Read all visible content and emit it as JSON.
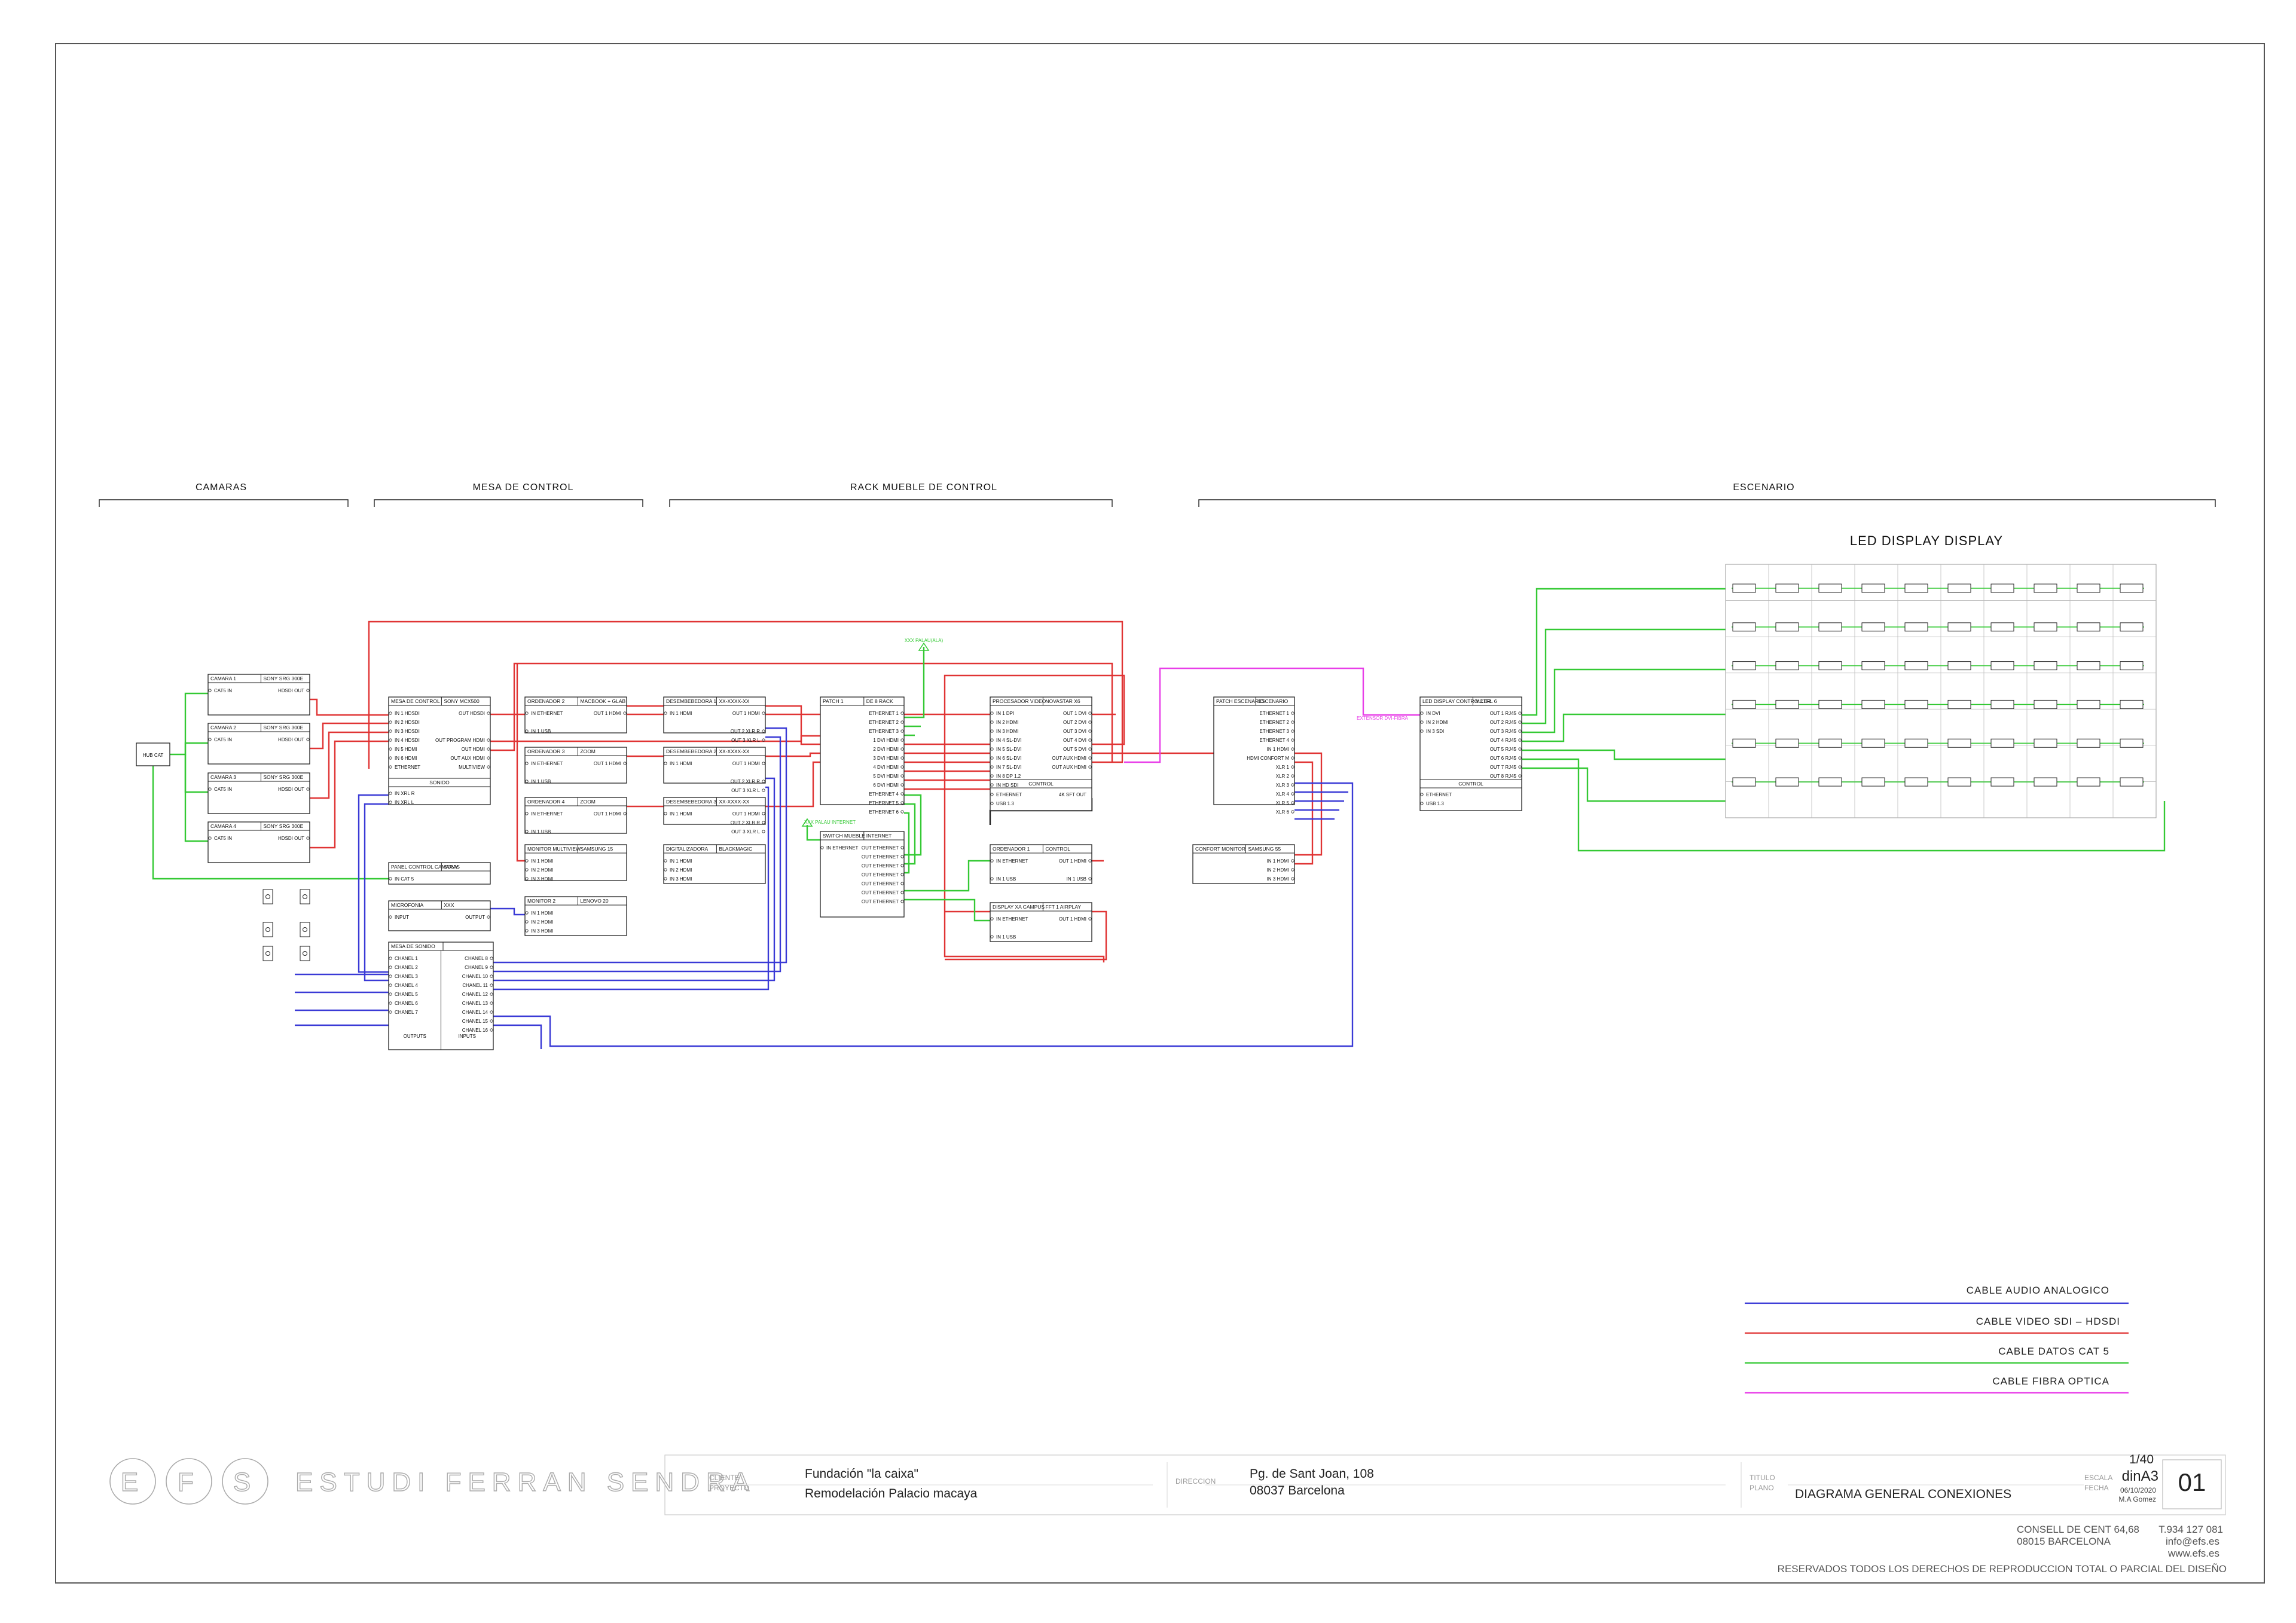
{
  "sections": [
    "CAMARAS",
    "MESA DE CONTROL",
    "RACK MUEBLE DE CONTROL",
    "ESCENARIO"
  ],
  "led_display": {
    "title": "LED DISPLAY DISPLAY",
    "rows": 6,
    "cols": 10
  },
  "devices": {
    "cam1": {
      "name": "CAMARA 1",
      "model": "SONY SRG 300E",
      "in": [
        "CAT5 IN"
      ],
      "out": [
        "HDSDI OUT"
      ]
    },
    "cam2": {
      "name": "CAMARA 2",
      "model": "SONY SRG 300E",
      "in": [
        "CAT5 IN"
      ],
      "out": [
        "HDSDI OUT"
      ]
    },
    "cam3": {
      "name": "CAMARA 3",
      "model": "SONY SRG 300E",
      "in": [
        "CAT5 IN"
      ],
      "out": [
        "HDSDI OUT"
      ]
    },
    "cam4": {
      "name": "CAMARA 4",
      "model": "SONY SRG 300E",
      "in": [
        "CAT5 IN"
      ],
      "out": [
        "HDSDI OUT"
      ]
    },
    "hub": {
      "name": "HUB CAT"
    },
    "mesa": {
      "name": "MESA DE CONTROL",
      "model": "SONY MCX500",
      "in": [
        "IN 1 HDSDI",
        "IN 2 HDSDI",
        "IN 3 HDSDI",
        "IN 4 HDSDI",
        "IN 5 HDMI",
        "IN 6 HDMI",
        "ETHERNET"
      ],
      "out": [
        "OUT HDSDI",
        "",
        "",
        "OUT PROGRAM HDMI",
        "OUT HDMI",
        "OUT AUX HDMI",
        "MULTIVIEW"
      ],
      "sub": "SONIDO",
      "sub_in": [
        "IN XRL R",
        "IN XRL L"
      ]
    },
    "panel": {
      "name": "PANEL CONTROL CAMARAS",
      "model": "SONY",
      "in": [
        "IN CAT 5"
      ],
      "out": []
    },
    "micro": {
      "name": "MICROFONIA",
      "model": "XXX",
      "in": [
        "INPUT"
      ],
      "out": [
        "OUTPUT"
      ]
    },
    "sonido": {
      "name": "MESA DE SONIDO",
      "model": "",
      "in": [
        "CHANEL 1",
        "CHANEL 2",
        "CHANEL 3",
        "CHANEL 4",
        "CHANEL 5",
        "CHANEL 6",
        "CHANEL 7"
      ],
      "out": [
        "CHANEL 8",
        "CHANEL 9",
        "CHANEL 10",
        "CHANEL 11",
        "CHANEL 12",
        "CHANEL 13",
        "CHANEL 14",
        "CHANEL 15",
        "CHANEL 16"
      ],
      "foot_left": "OUTPUTS",
      "foot_right": "INPUTS"
    },
    "ord2": {
      "name": "ORDENADOR 2",
      "model": "MACBOOK + GLAB",
      "in": [
        "IN ETHERNET",
        "",
        "IN 1 USB"
      ],
      "out": [
        "OUT 1 HDMI"
      ]
    },
    "ord3": {
      "name": "ORDENADOR 3",
      "model": "ZOOM",
      "in": [
        "IN ETHERNET",
        "",
        "IN 1 USB"
      ],
      "out": [
        "OUT 1 HDMI"
      ]
    },
    "ord4": {
      "name": "ORDENADOR 4",
      "model": "ZOOM",
      "in": [
        "IN ETHERNET",
        "",
        "IN 1 USB"
      ],
      "out": [
        "OUT 1 HDMI"
      ]
    },
    "mon1": {
      "name": "MONITOR MULTIVIEW",
      "model": "SAMSUNG 15",
      "in": [
        "IN 1 HDMI",
        "IN 2 HDMI",
        "IN 3 HDMI"
      ],
      "out": []
    },
    "mon2": {
      "name": "MONITOR 2",
      "model": "LENOVO 20",
      "in": [
        "IN 1 HDMI",
        "IN 2 HDMI",
        "IN 3 HDMI"
      ],
      "out": []
    },
    "deco1": {
      "name": "DESEMBEBEDORA 1",
      "model": "XX-XXXX-XX",
      "in": [
        "IN 1 HDMI"
      ],
      "out": [
        "OUT 1 HDMI",
        "",
        "OUT 2 XLR R",
        "OUT 3 XLR L"
      ]
    },
    "deco2": {
      "name": "DESEMBEBEDORA 2",
      "model": "XX-XXXX-XX",
      "in": [
        "IN 1 HDMI"
      ],
      "out": [
        "OUT 1 HDMI",
        "",
        "OUT 2 XLR R",
        "OUT 3 XLR L"
      ]
    },
    "deco3": {
      "name": "DESEMBEBEDORA 3",
      "model": "XX-XXXX-XX",
      "in": [
        "IN 1 HDMI"
      ],
      "out": [
        "OUT 1 HDMI",
        "OUT 2 XLR R",
        "OUT 3 XLR L"
      ]
    },
    "digit": {
      "name": "DIGITALIZADORA",
      "model": "BLACKMAGIC",
      "in": [
        "IN 1 HDMI",
        "IN 2 HDMI",
        "IN 3 HDMI"
      ],
      "out": []
    },
    "patch1": {
      "name": "PATCH 1",
      "model": "DE 8 RACK",
      "in": [],
      "out": [
        "ETHERNET 1",
        "ETHERNET 2",
        "ETHERNET 3",
        "1 DVI HDMI",
        "2 DVI HDMI",
        "3 DVI HDMI",
        "4 DVI HDMI",
        "5 DVI HDMI",
        "6 DVI HDMI",
        "ETHERNET 4",
        "ETHERNET 5",
        "ETHERNET 6"
      ]
    },
    "switch": {
      "name": "SWITCH MUEBLE",
      "model": "INTERNET",
      "in": [
        "IN ETHERNET"
      ],
      "out": [
        "OUT ETHERNET",
        "OUT ETHERNET",
        "OUT ETHERNET",
        "OUT ETHERNET",
        "OUT ETHERNET",
        "OUT ETHERNET",
        "OUT ETHERNET"
      ]
    },
    "proc": {
      "name": "PROCESADOR VIDEO",
      "model": "NOVASTAR X6",
      "in": [
        "IN 1 DPI",
        "IN 2 HDMI",
        "IN 3 HDMI",
        "IN 4 SL-DVI",
        "IN 5 SL-DVI",
        "IN 6 SL-DVI",
        "IN 7 SL-DVI",
        "IN 8 DP 1.2",
        "IN HD SDI"
      ],
      "out": [
        "OUT 1 DVI",
        "OUT 2 DVI",
        "OUT 3 DVI",
        "OUT 4 DVI",
        "OUT 5 DVI",
        "OUT AUX HDMI",
        "OUT AUX HDMI"
      ],
      "sub": "CONTROL",
      "sub_in": [
        "ETHERNET",
        "USB 1.3"
      ],
      "sub_out": [
        "4K SFT OUT"
      ]
    },
    "ord1": {
      "name": "ORDENADOR 1",
      "model": "CONTROL",
      "in": [
        "IN ETHERNET",
        "",
        "IN 1 USB"
      ],
      "out": [
        "OUT 1 HDMI",
        "",
        "IN 1 USB"
      ]
    },
    "airplay": {
      "name": "DISPLAY XA CAMPUS",
      "model": "FFT 1 AIRPLAY",
      "in": [
        "IN ETHERNET",
        "",
        "IN 1 USB"
      ],
      "out": [
        "OUT 1 HDMI"
      ]
    },
    "patchesc": {
      "name": "PATCH ESCENARIO",
      "model": "ESCENARIO",
      "in": [],
      "out": [
        "ETHERNET 1",
        "ETHERNET 2",
        "ETHERNET 3",
        "ETHERNET 4",
        "IN 1 HDMI",
        "HDMI CONFORT M",
        "XLR 1",
        "XLR 2",
        "XLR 3",
        "XLR 4",
        "XLR 5",
        "XLR 6"
      ]
    },
    "confort": {
      "name": "CONFORT MONITOR",
      "model": "SAMSUNG 55",
      "in": [],
      "out": [
        "IN 1 HDMI",
        "IN 2 HDMI",
        "IN 3 HDMI"
      ]
    },
    "ledctrl": {
      "name": "LED DISPLAY CONTROLLER",
      "model": "MCTRL 6",
      "in": [
        "IN DVI",
        "IN 2 HDMI",
        "IN 3 SDI"
      ],
      "out": [
        "OUT 1 RJ45",
        "OUT 2 RJ45",
        "OUT 3 RJ45",
        "OUT 4 RJ45",
        "OUT 5 RJ45",
        "OUT 6 RJ45",
        "OUT 7 RJ45",
        "OUT 8 RJ45"
      ],
      "sub": "CONTROL",
      "sub_in": [
        "ETHERNET",
        "USB 1.3"
      ]
    }
  },
  "wall_labels": {
    "palau_top": "XXX PALAU(ALA)",
    "palau_net": "XXX PALAU INTERNET",
    "fiber": "EXTENSOR DVI-FIBRA"
  },
  "legend": [
    {
      "label": "CABLE AUDIO ANALOGICO",
      "color": "#3a3ad6"
    },
    {
      "label": "CABLE VIDEO SDI – HDSDI",
      "color": "#e03434"
    },
    {
      "label": "CABLE DATOS CAT 5",
      "color": "#34c934"
    },
    {
      "label": "CABLE FIBRA OPTICA",
      "color": "#e83ee8"
    }
  ],
  "colors": {
    "audio": "#3a3ad6",
    "video": "#e03434",
    "data": "#34c934",
    "fiber": "#e83ee8"
  },
  "title_block": {
    "logo_letters": [
      "E",
      "F",
      "S"
    ],
    "logo_text": "ESTUDI FERRAN SENDRA",
    "cliente_label": "CLIENTE",
    "proyecto_label": "PROYECTO",
    "cliente": "Fundación \"la caixa\"",
    "proyecto": "Remodelación Palacio macaya",
    "direccion_label": "DIRECCION",
    "direccion1": "Pg. de Sant Joan, 108",
    "direccion2": "08037 Barcelona",
    "titulo_label": "TITULO",
    "plano_label": "PLANO",
    "plano": "DIAGRAMA GENERAL CONEXIONES",
    "escala_label": "ESCALA",
    "fecha_label": "FECHA",
    "escala": "1/40",
    "formato": "dinA3",
    "fecha": "06/10/2020",
    "autor": "M.A Gomez",
    "numero": "01",
    "addr1": "CONSELL DE CENT 64,68",
    "addr2": "08015 BARCELONA",
    "tel": "T.934 127 081",
    "mail": "info@efs.es",
    "web": "www.efs.es",
    "rights": "RESERVADOS TODOS LOS DERECHOS DE REPRODUCCION TOTAL O PARCIAL DEL DISEÑO"
  }
}
